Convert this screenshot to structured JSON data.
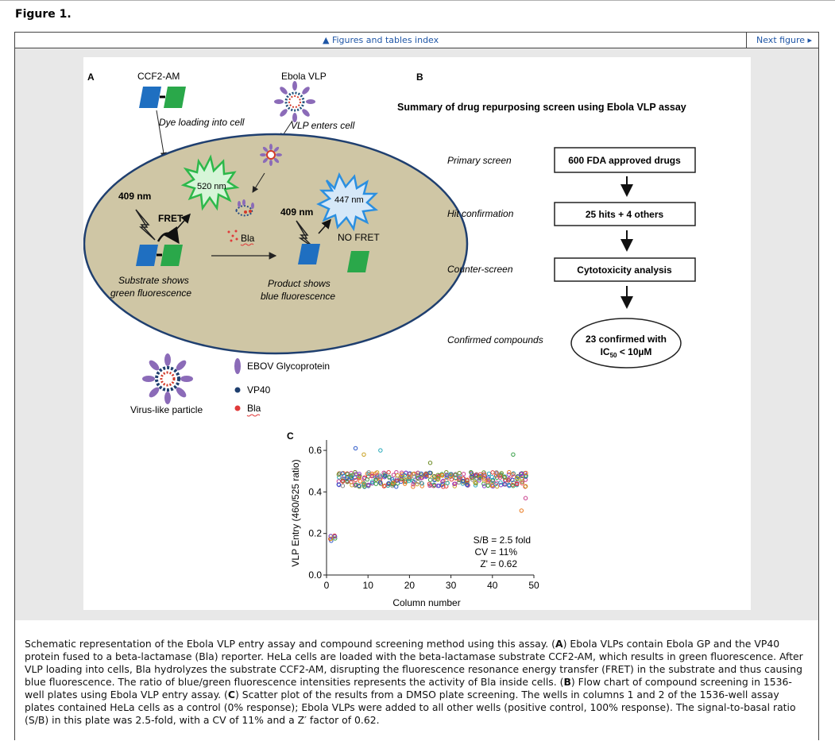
{
  "page": {
    "figure_title": "Figure 1.",
    "nav_index": "▲ Figures and tables index",
    "nav_next": "Next figure ▸"
  },
  "panel_a": {
    "label": "A",
    "ccf2": "CCF2-AM",
    "ebola_vlp": "Ebola VLP",
    "dye_loading": "Dye loading into cell",
    "vlp_enters": "VLP enters cell",
    "nm520": "520 nm",
    "nm447": "447 nm",
    "nm409a": "409 nm",
    "nm409b": "409 nm",
    "fret": "FRET",
    "no_fret": "NO FRET",
    "bla": "Bla",
    "substrate1": "Substrate shows",
    "substrate2": "green fluorescence",
    "product1": "Product shows",
    "product2": "blue fluorescence",
    "legend_gp": "EBOV Glycoprotein",
    "legend_vp40": "VP40",
    "legend_bla": "Bla",
    "vlp_label": "Virus-like particle"
  },
  "panel_b": {
    "label": "B",
    "title": "Summary of drug repurposing screen using Ebola VLP assay",
    "steps": [
      {
        "stage": "Primary screen",
        "box": "600 FDA approved drugs"
      },
      {
        "stage": "Hit confirmation",
        "box": "25 hits + 4 others"
      },
      {
        "stage": "Counter-screen",
        "box": "Cytotoxicity analysis"
      },
      {
        "stage": "Confirmed compounds",
        "box": "23 confirmed with"
      }
    ],
    "ic50_prefix": "IC",
    "ic50_sub": "50",
    "ic50_suffix": " < 10µM"
  },
  "chart_data": {
    "type": "scatter",
    "panel_label": "C",
    "xlabel": "Column number",
    "ylabel": "VLP Entry (460/525 ratio)",
    "xlim": [
      0,
      50
    ],
    "ylim": [
      0,
      0.65
    ],
    "xticks": [
      0,
      10,
      20,
      30,
      40,
      50
    ],
    "yticks": [
      0.0,
      0.2,
      0.4,
      0.6
    ],
    "ytick_labels": [
      "0.0",
      "0.2",
      "0.4",
      "0.6"
    ],
    "annotations": [
      "S/B = 2.5 fold",
      "CV = 11%",
      "Z' = 0.62"
    ],
    "series": [
      {
        "name": "control",
        "columns": [
          1,
          2
        ],
        "mean": 0.18,
        "spread": 0.015
      },
      {
        "name": "vlp",
        "columns_from": 3,
        "columns_to": 48,
        "mean": 0.46,
        "spread": 0.035
      }
    ],
    "outliers": [
      {
        "x": 7,
        "y": 0.61
      },
      {
        "x": 9,
        "y": 0.58
      },
      {
        "x": 13,
        "y": 0.6
      },
      {
        "x": 25,
        "y": 0.54
      },
      {
        "x": 45,
        "y": 0.58
      },
      {
        "x": 47,
        "y": 0.31
      },
      {
        "x": 48,
        "y": 0.37
      }
    ],
    "colors": [
      "#2b57c8",
      "#e03a3a",
      "#3aa14a",
      "#c8a020",
      "#8a3ac8",
      "#ea7a20",
      "#23a8b8",
      "#888888",
      "#c83a8a",
      "#6a8a20"
    ]
  },
  "caption": {
    "p1": "Schematic representation of the Ebola VLP entry assay and compound screening method using this assay. (",
    "a": "A",
    "p2": ") Ebola VLPs contain Ebola GP and the VP40 protein fused to a beta-lactamase (Bla) reporter. HeLa cells are loaded with the beta-lactamase substrate CCF2-AM, which results in green fluorescence. After VLP loading into cells, Bla hydrolyzes the substrate CCF2-AM, disrupting the fluorescence resonance energy transfer (FRET) in the substrate and thus causing blue fluorescence. The ratio of blue/green fluorescence intensities represents the activity of Bla inside cells. (",
    "b": "B",
    "p3": ") Flow chart of compound screening in 1536-well plates using Ebola VLP entry assay. (",
    "c": "C",
    "p4": ") Scatter plot of the results from a DMSO plate screening. The wells in columns 1 and 2 of the 1536-well assay plates contained HeLa cells as a control (0% response); Ebola VLPs were added to all other wells (positive control, 100% response). The signal-to-basal ratio (S/B) in this plate was 2.5-fold, with a CV of 11% and a Z′ factor of 0.62."
  }
}
